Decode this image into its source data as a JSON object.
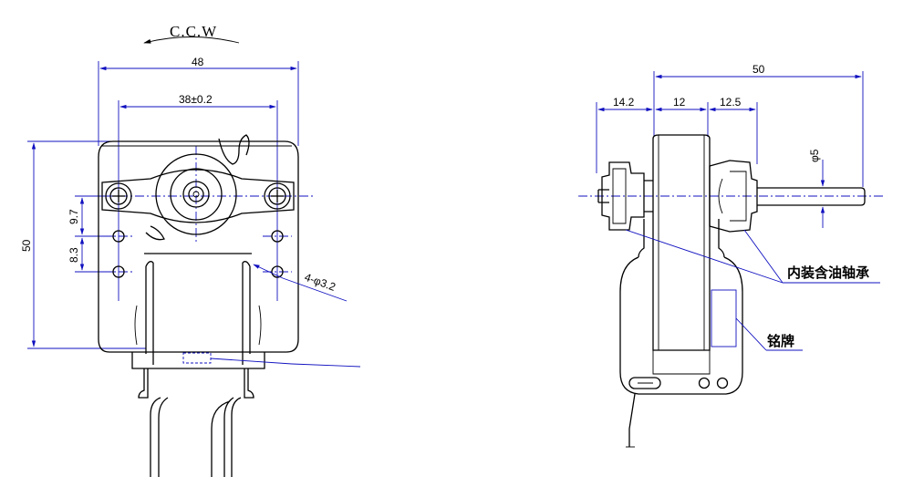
{
  "front_view": {
    "rotation_label": "C.C.W",
    "width_dim": "48",
    "hole_spacing_dim": "38±0.2",
    "height_dim": "50",
    "vertical_offset_1": "9.7",
    "vertical_offset_2": "8.3",
    "hole_callout": "4-φ3.2"
  },
  "side_view": {
    "overall_length_dim": "50",
    "segment_1_dim": "14.2",
    "segment_2_dim": "12",
    "segment_3_dim": "12.5",
    "shaft_diameter_dim": "φ5",
    "bearing_label": "内装含油轴承",
    "nameplate_label": "铭牌"
  }
}
